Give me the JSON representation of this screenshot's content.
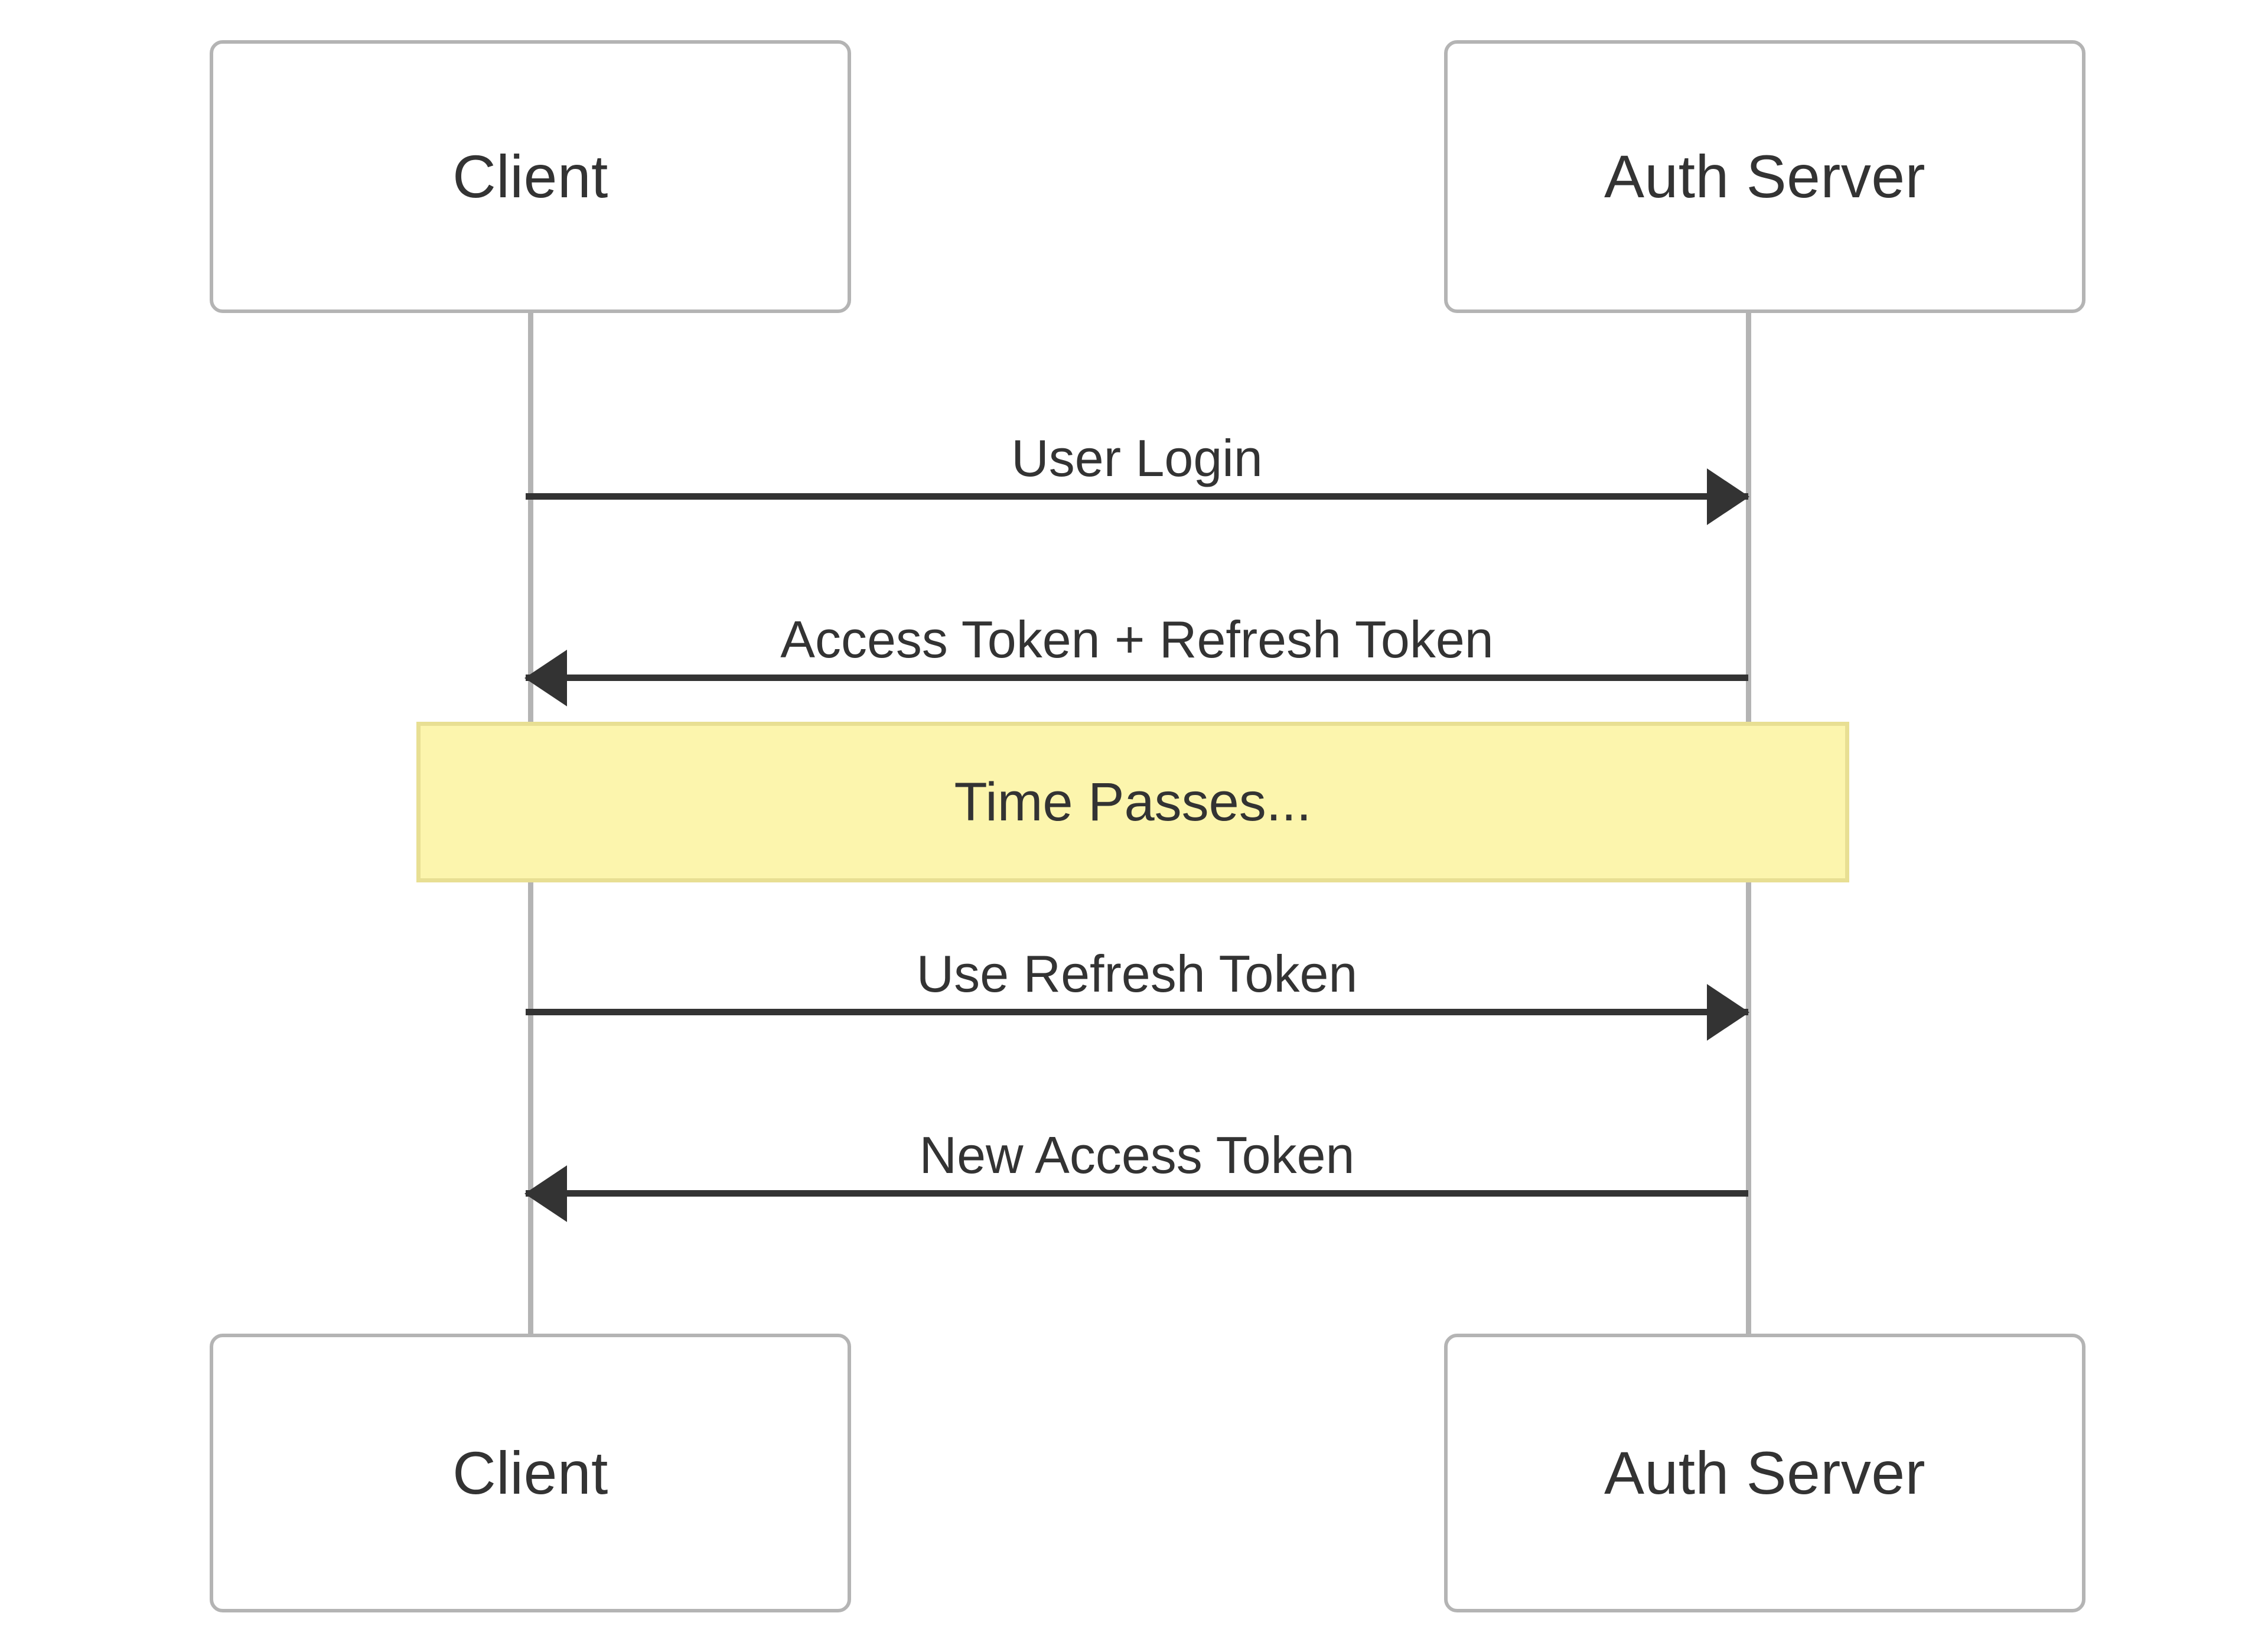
{
  "diagram": {
    "type": "sequence-diagram",
    "background_color": "#ffffff",
    "participants": [
      {
        "id": "client",
        "label": "Client"
      },
      {
        "id": "auth-server",
        "label": "Auth Server"
      }
    ],
    "participant_footers": [
      {
        "id": "client",
        "label": "Client"
      },
      {
        "id": "auth-server",
        "label": "Auth Server"
      }
    ],
    "messages": [
      {
        "index": 0,
        "label": "User Login",
        "from": "client",
        "to": "auth-server",
        "direction": "right"
      },
      {
        "index": 1,
        "label": "Access Token + Refresh Token",
        "from": "auth-server",
        "to": "client",
        "direction": "left"
      },
      {
        "index": 2,
        "label": "Use Refresh Token",
        "from": "client",
        "to": "auth-server",
        "direction": "right"
      },
      {
        "index": 3,
        "label": "New Access Token",
        "from": "auth-server",
        "to": "client",
        "direction": "left"
      }
    ],
    "note": {
      "label": "Time Passes...",
      "span": "over-all-participants",
      "fill_color": "#fcf5ad",
      "border_color": "#e8df93"
    },
    "colors": {
      "box_border": "#b4b4b4",
      "box_fill": "#ffffff",
      "lifeline": "#b4b4b4",
      "arrow": "#333333",
      "text": "#333333",
      "note_fill": "#fcf5ad",
      "note_border": "#e8df93"
    }
  }
}
